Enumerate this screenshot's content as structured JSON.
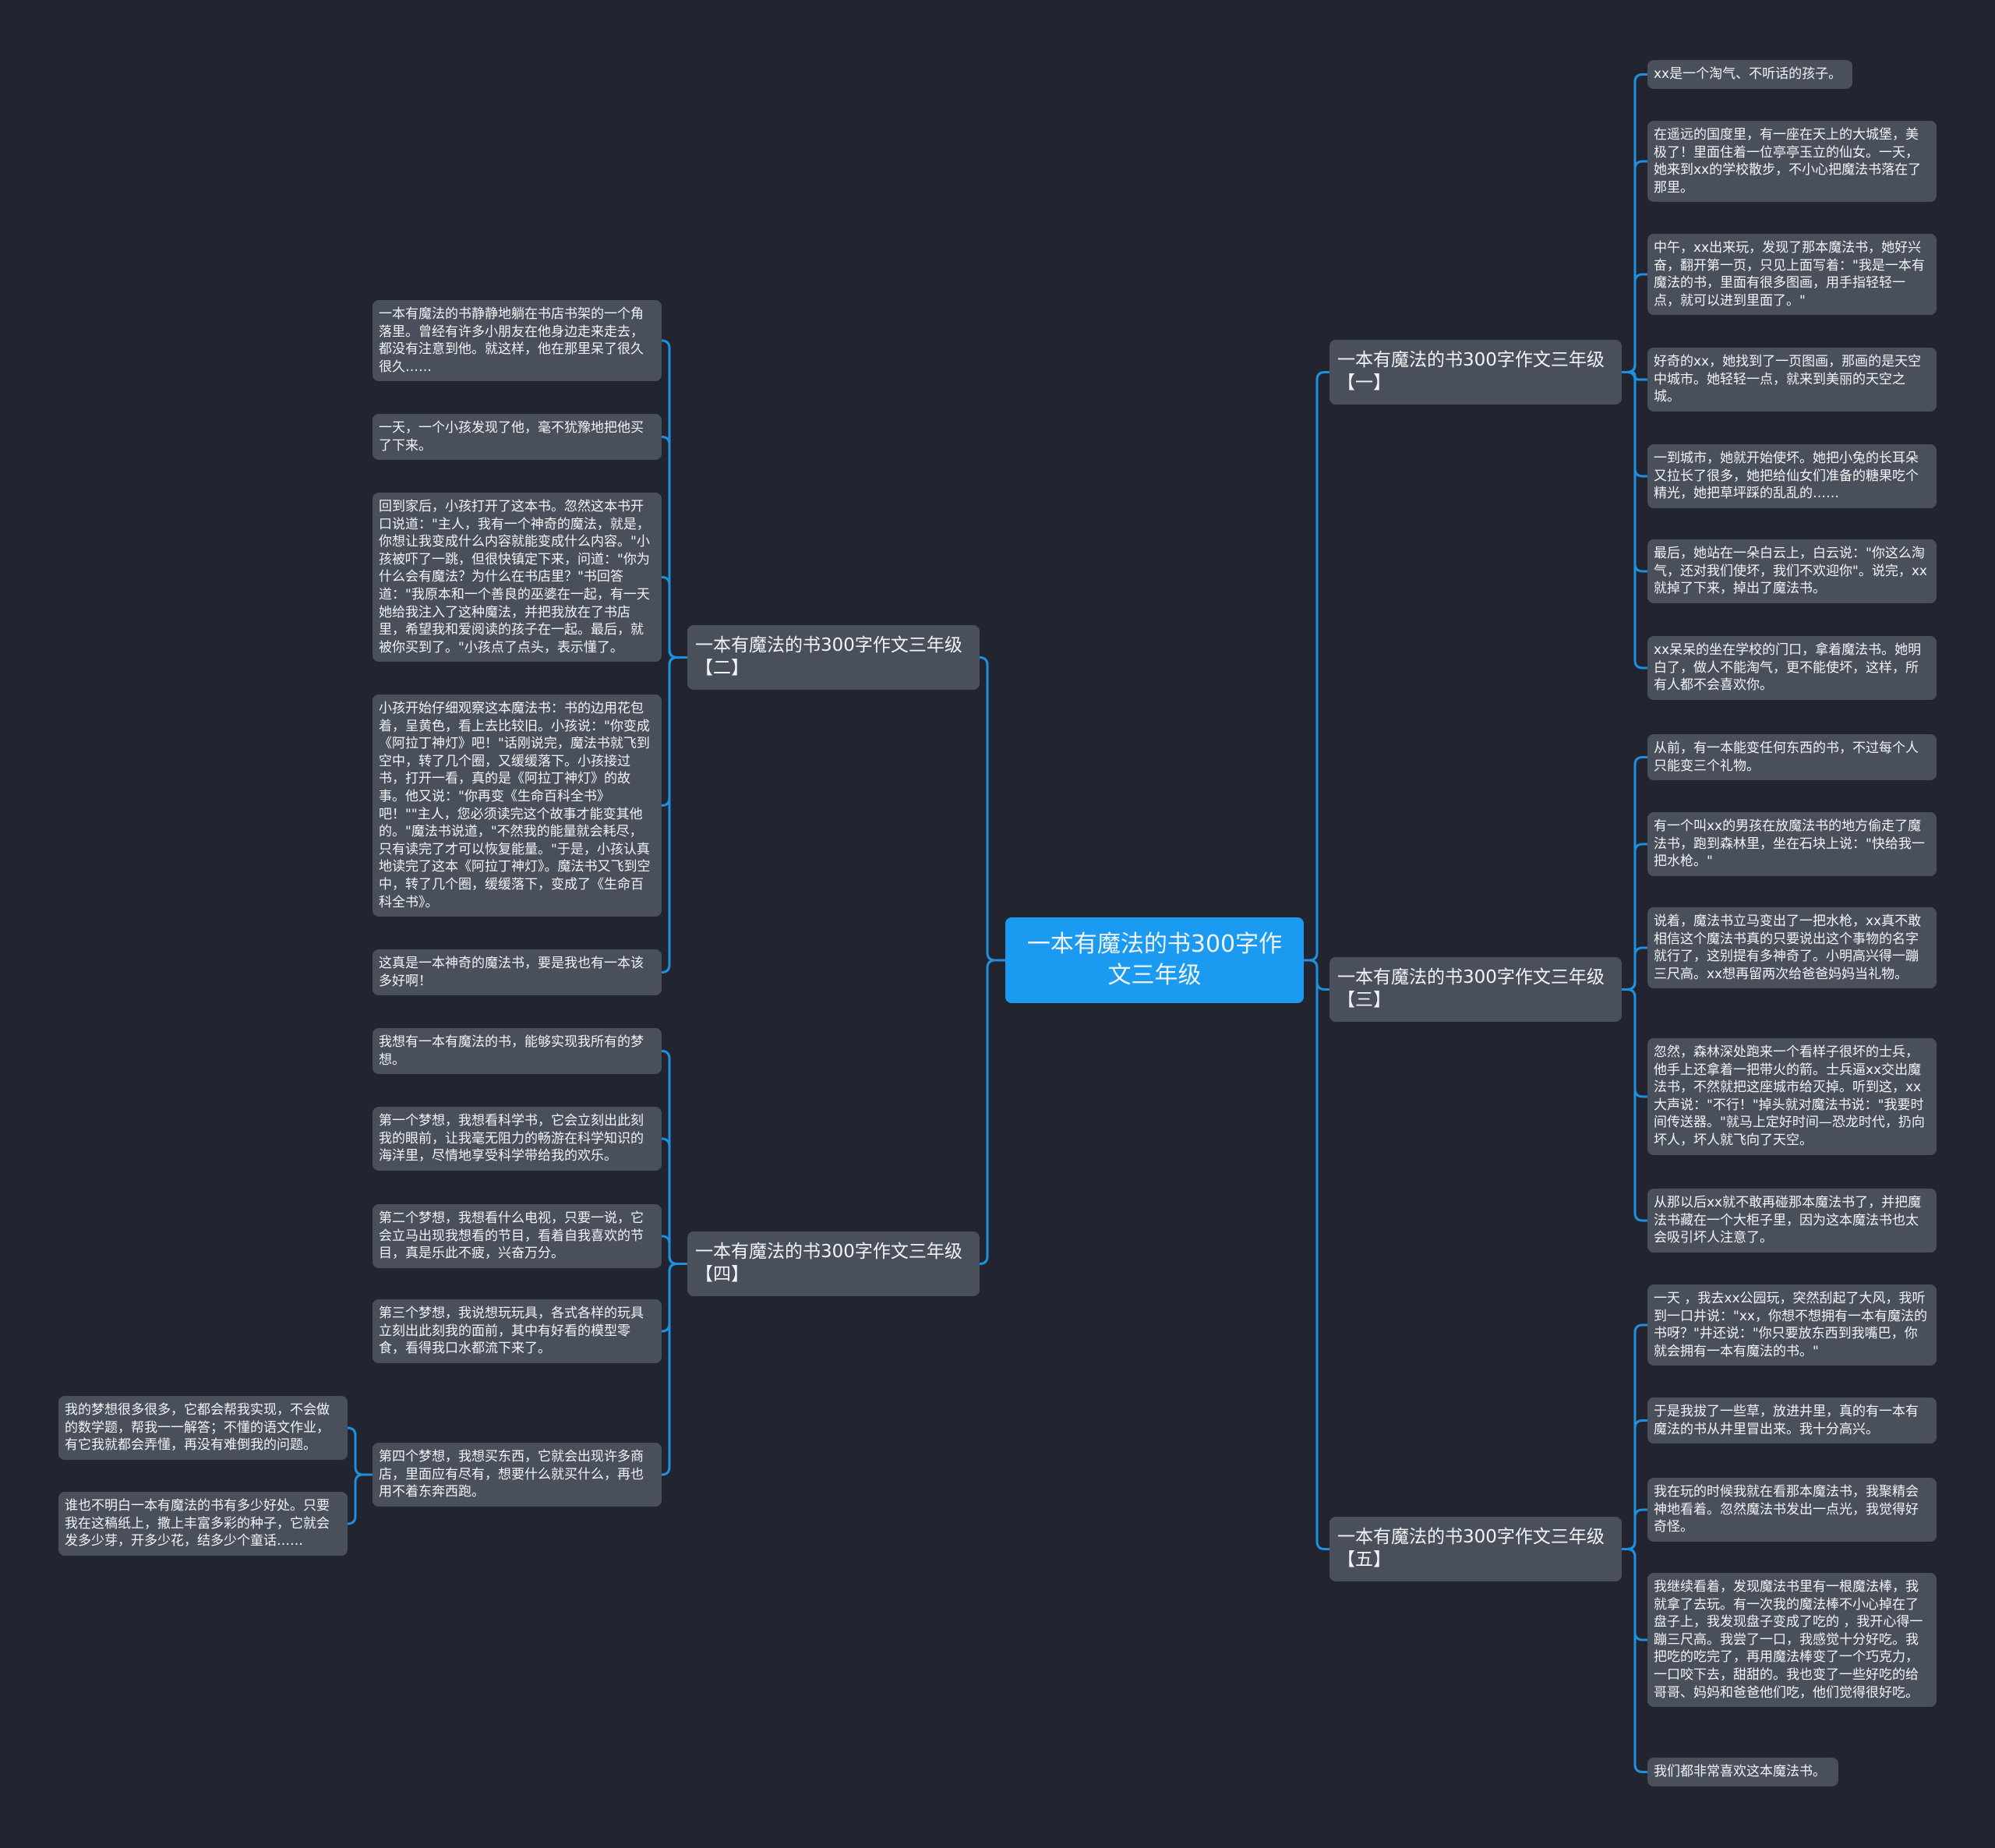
{
  "colors": {
    "background": "#222530",
    "root": "#1a9af0",
    "node": "#4a4f5c",
    "line": "#1f8fe0"
  },
  "root": {
    "title": "一本有魔法的书300字作文三年级"
  },
  "branches": {
    "b1": {
      "title": "一本有魔法的书300字作文三年级【一】",
      "items": [
        "xx是一个淘气、不听话的孩子。",
        "在遥远的国度里，有一座在天上的大城堡，美极了！里面住着一位亭亭玉立的仙女。一天，她来到xx的学校散步，不小心把魔法书落在了那里。",
        "中午，xx出来玩，发现了那本魔法书，她好兴奋，翻开第一页，只见上面写着：\"我是一本有魔法的书，里面有很多图画，用手指轻轻一点，就可以进到里面了。\"",
        "好奇的xx，她找到了一页图画，那画的是天空中城市。她轻轻一点，就来到美丽的天空之城。",
        "一到城市，她就开始使坏。她把小兔的长耳朵又拉长了很多，她把给仙女们准备的糖果吃个精光，她把草坪踩的乱乱的……",
        "最后，她站在一朵白云上，白云说：\"你这么淘气，还对我们使坏，我们不欢迎你\"。说完，xx就掉了下来，掉出了魔法书。",
        "xx呆呆的坐在学校的门口，拿着魔法书。她明白了，做人不能淘气，更不能使坏，这样，所有人都不会喜欢你。"
      ]
    },
    "b2": {
      "title": "一本有魔法的书300字作文三年级【二】",
      "items": [
        "一本有魔法的书静静地躺在书店书架的一个角落里。曾经有许多小朋友在他身边走来走去，都没有注意到他。就这样，他在那里呆了很久很久……",
        "一天，一个小孩发现了他，毫不犹豫地把他买了下来。",
        "回到家后，小孩打开了这本书。忽然这本书开口说道：\"主人，我有一个神奇的魔法，就是，你想让我变成什么内容就能变成什么内容。\"小孩被吓了一跳，但很快镇定下来，问道：\"你为什么会有魔法？为什么在书店里？\"书回答道：\"我原本和一个善良的巫婆在一起，有一天她给我注入了这种魔法，并把我放在了书店里，希望我和爱阅读的孩子在一起。最后，就被你买到了。\"小孩点了点头，表示懂了。",
        "小孩开始仔细观察这本魔法书：书的边用花包着，呈黄色，看上去比较旧。小孩说：\"你变成《阿拉丁神灯》吧！\"话刚说完，魔法书就飞到空中，转了几个圈，又缓缓落下。小孩接过书，打开一看，真的是《阿拉丁神灯》的故事。他又说：\"你再变《生命百科全书》吧！\"\"主人，您必须读完这个故事才能变其他的。\"魔法书说道，\"不然我的能量就会耗尽，只有读完了才可以恢复能量。\"于是，小孩认真地读完了这本《阿拉丁神灯》。魔法书又飞到空中，转了几个圈，缓缓落下，变成了《生命百科全书》。",
        "这真是一本神奇的魔法书，要是我也有一本该多好啊！"
      ]
    },
    "b3": {
      "title": "一本有魔法的书300字作文三年级【三】",
      "items": [
        "从前，有一本能变任何东西的书，不过每个人只能变三个礼物。",
        "有一个叫xx的男孩在放魔法书的地方偷走了魔法书，跑到森林里，坐在石块上说：\"快给我一把水枪。\"",
        "说着，魔法书立马变出了一把水枪，xx真不敢相信这个魔法书真的只要说出这个事物的名字就行了，这别提有多神奇了。小明高兴得一蹦三尺高。xx想再留两次给爸爸妈妈当礼物。",
        "忽然，森林深处跑来一个看样子很坏的士兵，他手上还拿着一把带火的箭。士兵逼xx交出魔法书，不然就把这座城市给灭掉。听到这，xx大声说：\"不行！\"掉头就对魔法书说：\"我要时间传送器。\"就马上定好时间—恐龙时代，扔向坏人，坏人就飞向了天空。",
        "从那以后xx就不敢再碰那本魔法书了，并把魔法书藏在一个大柜子里，因为这本魔法书也太会吸引坏人注意了。"
      ]
    },
    "b4": {
      "title": "一本有魔法的书300字作文三年级【四】",
      "items": [
        "我想有一本有魔法的书，能够实现我所有的梦想。",
        "第一个梦想，我想看科学书，它会立刻出此刻我的眼前，让我毫无阻力的畅游在科学知识的海洋里，尽情地享受科学带给我的欢乐。",
        "第二个梦想，我想看什么电视，只要一说，它会立马出现我想看的节目，看着自我喜欢的节目，真是乐此不疲，兴奋万分。",
        "第三个梦想，我说想玩玩具，各式各样的玩具立刻出此刻我的面前，其中有好看的模型零食，看得我口水都流下来了。",
        "第四个梦想，我想买东西，它就会出现许多商店，里面应有尽有，想要什么就买什么，再也用不着东奔西跑。"
      ],
      "sub": [
        "我的梦想很多很多，它都会帮我实现，不会做的数学题，帮我一一解答；不懂的语文作业，有它我就都会弄懂，再没有难倒我的问题。",
        "谁也不明白一本有魔法的书有多少好处。只要我在这稿纸上，撒上丰富多彩的种子，它就会发多少芽，开多少花，结多少个童话……"
      ]
    },
    "b5": {
      "title": "一本有魔法的书300字作文三年级【五】",
      "items": [
        "一天 ，我去xx公园玩，突然刮起了大风，我听到一口井说：\"xx，你想不想拥有一本有魔法的书呀？\"井还说：\"你只要放东西到我嘴巴，你就会拥有一本有魔法的书。\"",
        "于是我拔了一些草，放进井里，真的有一本有魔法的书从井里冒出来。我十分高兴。",
        "我在玩的时候我就在看那本魔法书，我聚精会神地看着。忽然魔法书发出一点光，我觉得好奇怪。",
        "我继续看着，发现魔法书里有一根魔法棒，我就拿了去玩。有一次我的魔法棒不小心掉在了盘子上，我发现盘子变成了吃的 ，我开心得一蹦三尺高。我尝了一口，我感觉十分好吃。我把吃的吃完了，再用魔法棒变了一个巧克力，一口咬下去，甜甜的。我也变了一些好吃的给哥哥、妈妈和爸爸他们吃，他们觉得很好吃。",
        "我们都非常喜欢这本魔法书。"
      ]
    }
  }
}
